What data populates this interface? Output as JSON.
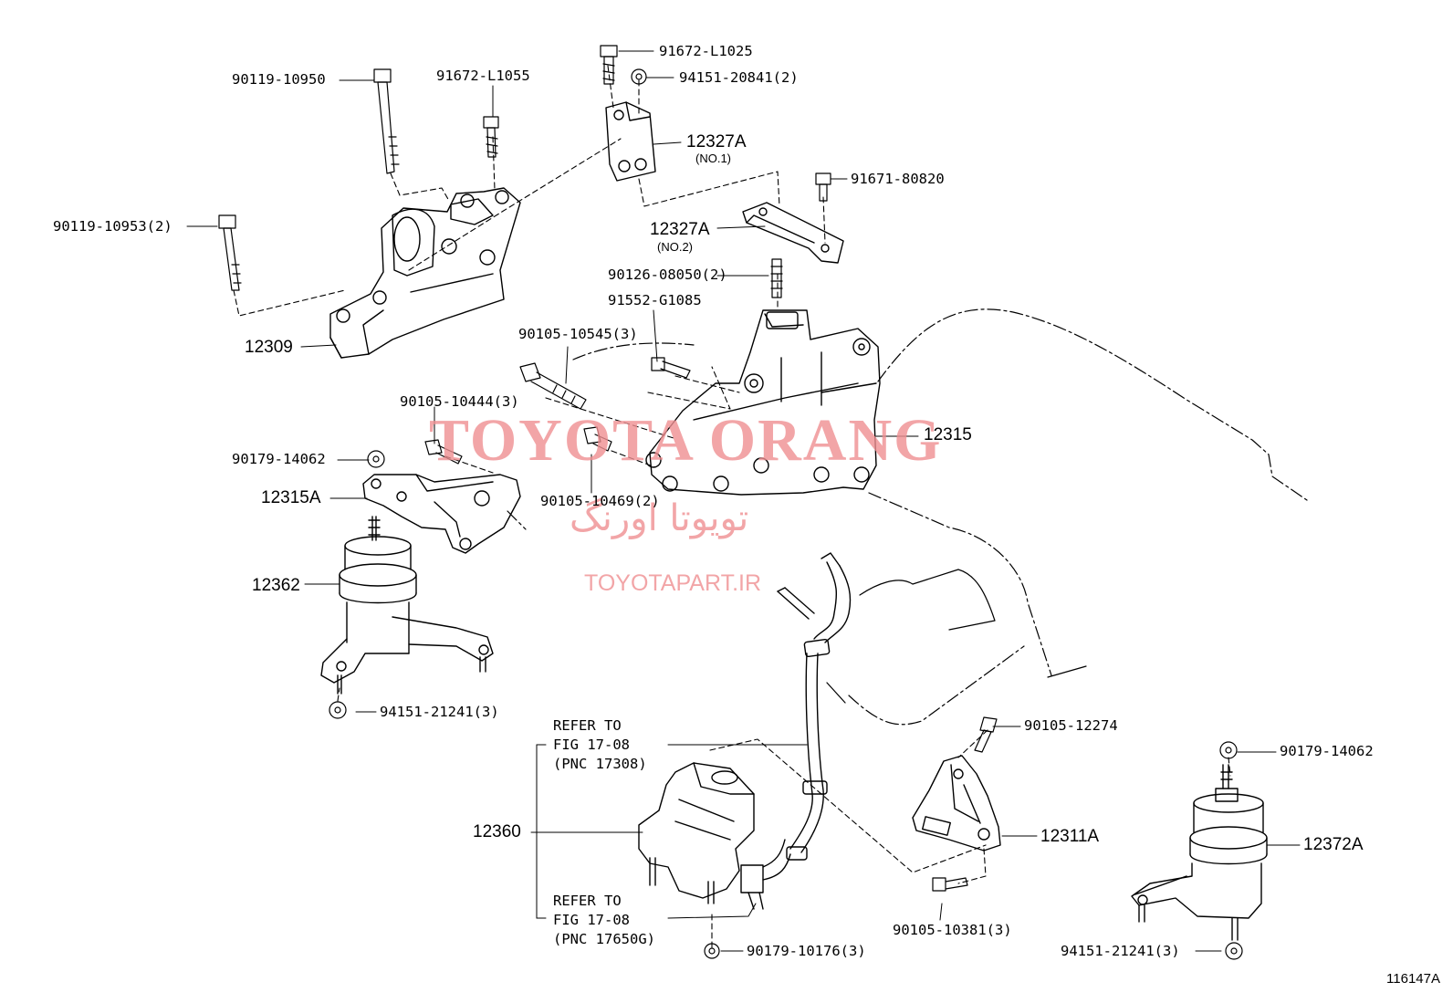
{
  "parts": {
    "p_90119_10950": "90119-10950",
    "p_91672_L1055": "91672-L1055",
    "p_91672_L1025": "91672-L1025",
    "p_94151_20841": "94151-20841(2)",
    "p_12327A_1": "12327A",
    "p_12327A_1_sub": "(NO.1)",
    "p_91671_80820": "91671-80820",
    "p_12327A_2": "12327A",
    "p_12327A_2_sub": "(NO.2)",
    "p_90119_10953": "90119-10953(2)",
    "p_90126_08050": "90126-08050(2)",
    "p_91552_G1085": "91552-G1085",
    "p_12309": "12309",
    "p_90105_10545": "90105-10545(3)",
    "p_12315": "12315",
    "p_90105_10444": "90105-10444(3)",
    "p_90179_14062_a": "90179-14062",
    "p_90105_10469": "90105-10469(2)",
    "p_12315A": "12315A",
    "p_12362": "12362",
    "p_94151_21241_a": "94151-21241(3)",
    "p_90105_12274": "90105-12274",
    "p_90179_14062_b": "90179-14062",
    "p_12311A": "12311A",
    "p_12372A": "12372A",
    "p_12360": "12360",
    "p_90105_10381": "90105-10381(3)",
    "p_94151_21241_b": "94151-21241(3)",
    "p_90179_10176": "90179-10176(3)"
  },
  "refs": {
    "ref1_l1": "REFER TO",
    "ref1_l2": "FIG 17-08",
    "ref1_l3": "(PNC 17308)",
    "ref2_l1": "REFER TO",
    "ref2_l2": "FIG 17-08",
    "ref2_l3": "(PNC 17650G)"
  },
  "watermark": {
    "main": "TOYOTA ORANG",
    "farsi": "تویوتا اورنگ",
    "url": "TOYOTAPART.IR",
    "color": "#ef8f92"
  },
  "figure_number": "116147A"
}
